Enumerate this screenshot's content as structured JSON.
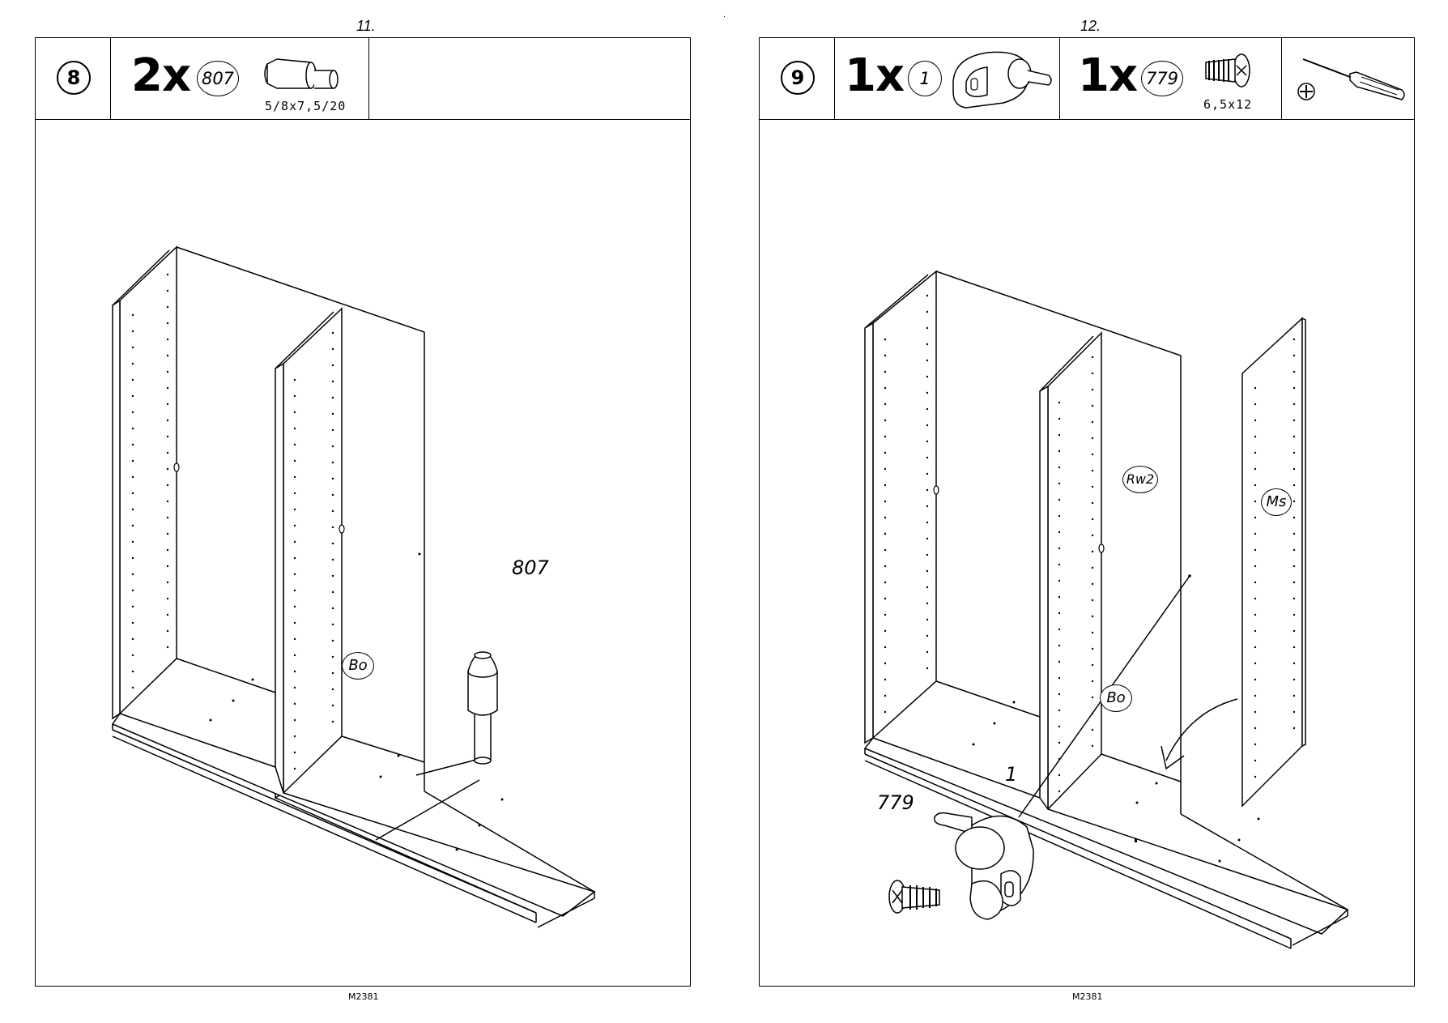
{
  "left_page": {
    "page_number": "11.",
    "step": "8",
    "quantity": "2x",
    "part_number": "807",
    "dimensions": "5/8x7,5/20",
    "callout_part": "807",
    "panel_label": "Bo",
    "footer_code": "M2381"
  },
  "right_page": {
    "page_number": "12.",
    "step": "9",
    "item1_quantity": "1x",
    "item1_part": "1",
    "item2_quantity": "1x",
    "item2_part": "779",
    "item2_dimensions": "6,5x12",
    "tool_icon": "phillips-screwdriver-icon",
    "callout_part_a": "1",
    "callout_part_b": "779",
    "panel_label_bottom": "Bo",
    "panel_label_back": "Rw2",
    "panel_label_side": "Ms",
    "footer_code": "M2381"
  },
  "colors": {
    "line": "#000000",
    "background": "#ffffff"
  }
}
